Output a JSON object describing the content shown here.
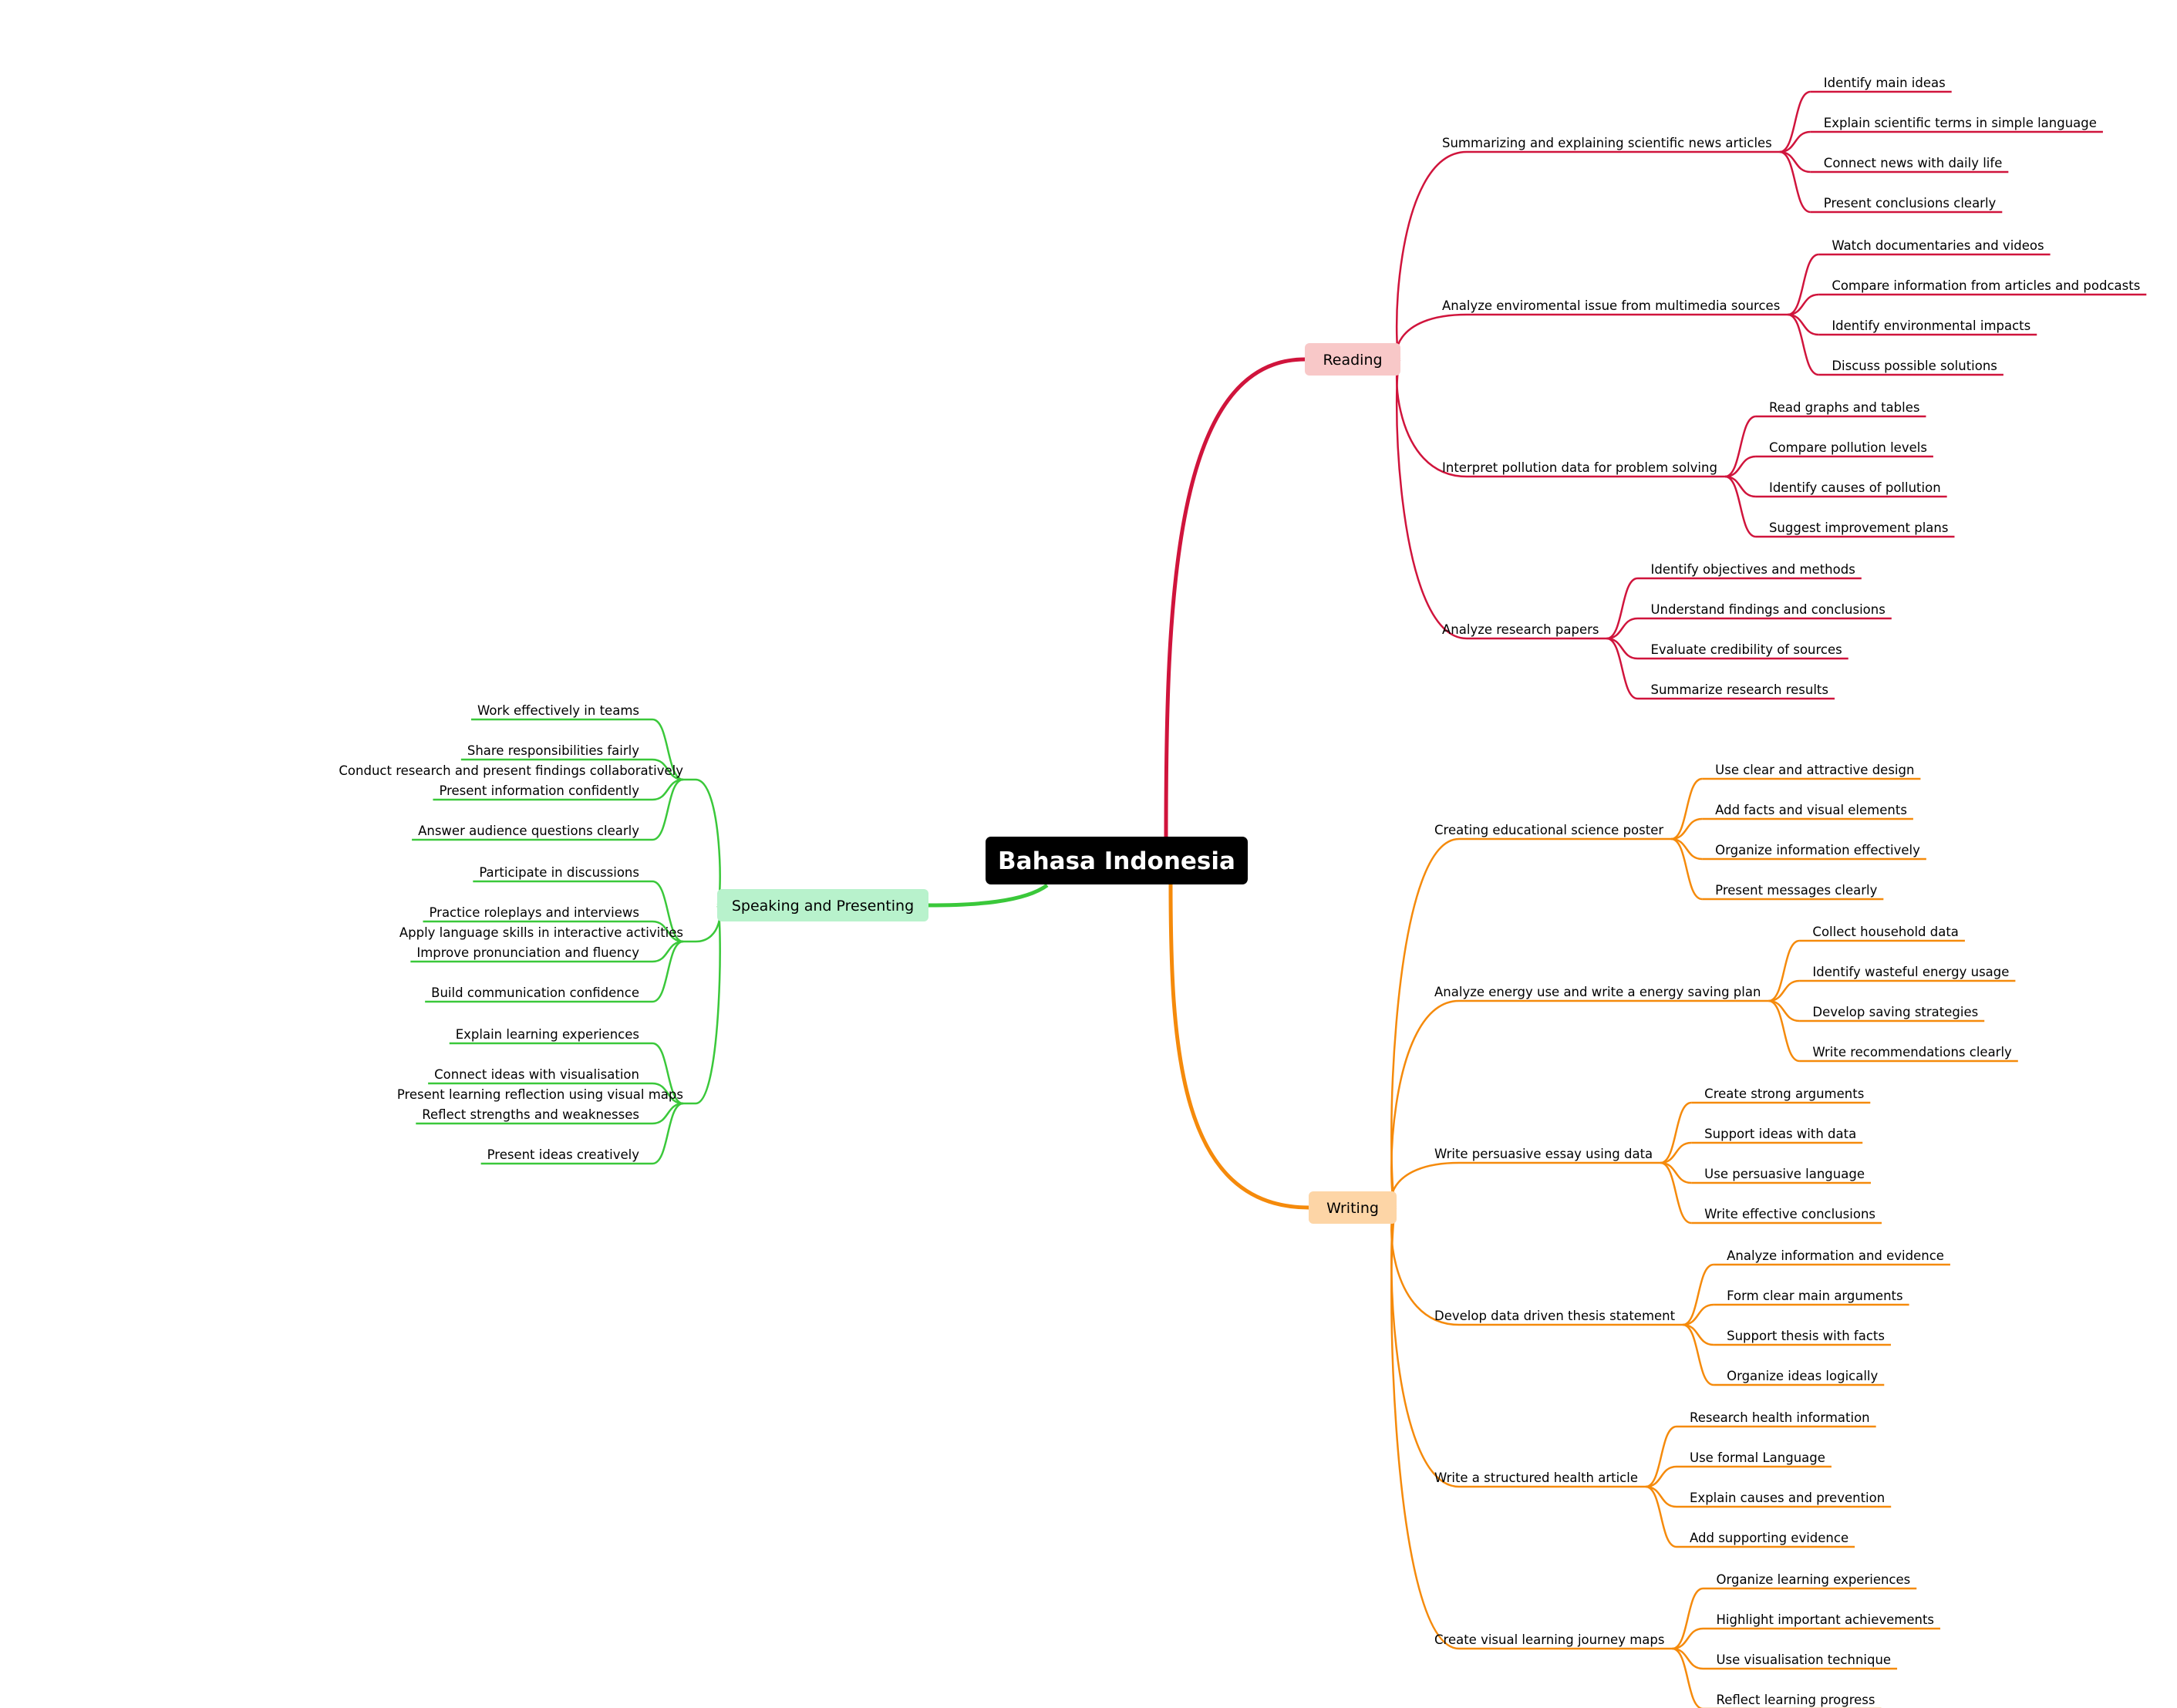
{
  "root": {
    "label": "Bahasa Indonesia"
  },
  "colors": {
    "reading": "#d0143c",
    "reading_fill": "#f8c8c8",
    "writing": "#f58a0b",
    "writing_fill": "#fdd5a6",
    "speaking": "#3ac83a",
    "speaking_fill": "#b8f2cc",
    "root_fill": "#000000"
  },
  "branches": [
    {
      "id": "reading",
      "label": "Reading",
      "topics": [
        {
          "label": "Summarizing and explaining scientific news articles",
          "items": [
            "Identify main ideas",
            "Explain scientific terms in simple language",
            "Connect news with daily life",
            "Present conclusions clearly"
          ]
        },
        {
          "label": "Analyze enviromental issue from multimedia sources",
          "items": [
            "Watch documentaries and videos",
            "Compare information from articles and podcasts",
            "Identify environmental impacts",
            "Discuss possible solutions"
          ]
        },
        {
          "label": "Interpret pollution data for problem solving",
          "items": [
            "Read graphs and tables",
            "Compare pollution levels",
            "Identify causes of pollution",
            "Suggest improvement plans"
          ]
        },
        {
          "label": "Analyze research papers",
          "items": [
            "Identify objectives and methods",
            "Understand findings and conclusions",
            "Evaluate credibility of sources",
            "Summarize research results"
          ]
        }
      ]
    },
    {
      "id": "writing",
      "label": "Writing",
      "topics": [
        {
          "label": "Creating educational science poster",
          "items": [
            "Use clear and attractive design",
            "Add facts and visual elements",
            "Organize information effectively",
            "Present messages clearly"
          ]
        },
        {
          "label": "Analyze energy use and write a energy saving plan",
          "items": [
            "Collect household data",
            "Identify wasteful energy usage",
            "Develop saving strategies",
            "Write recommendations clearly"
          ]
        },
        {
          "label": "Write persuasive essay using data",
          "items": [
            "Create strong arguments",
            "Support ideas with data",
            "Use persuasive language",
            "Write effective conclusions"
          ]
        },
        {
          "label": "Develop data driven thesis statement",
          "items": [
            "Analyze information and evidence",
            "Form clear main arguments",
            "Support thesis with facts",
            "Organize ideas logically"
          ]
        },
        {
          "label": "Write a structured health article",
          "items": [
            "Research health information",
            "Use formal Language",
            "Explain causes and prevention",
            "Add supporting evidence"
          ]
        },
        {
          "label": "Create visual learning journey maps",
          "items": [
            "Organize learning experiences",
            "Highlight important achievements",
            "Use visualisation technique",
            "Reflect learning progress"
          ]
        }
      ]
    },
    {
      "id": "speaking",
      "label": "Speaking and Presenting",
      "topics": [
        {
          "label": "Conduct research and present findings collaboratively",
          "items": [
            "Work effectively in teams",
            "Share responsibilities fairly",
            "Present information confidently",
            "Answer audience questions clearly"
          ]
        },
        {
          "label": "Apply language skills in interactive activities",
          "items": [
            "Participate in discussions",
            "Practice roleplays and interviews",
            "Improve pronunciation and fluency",
            "Build communication confidence"
          ]
        },
        {
          "label": "Present learning reflection using visual maps",
          "items": [
            "Explain learning experiences",
            "Connect ideas with visualisation",
            "Reflect strengths and weaknesses",
            "Present ideas creatively"
          ]
        }
      ]
    }
  ]
}
